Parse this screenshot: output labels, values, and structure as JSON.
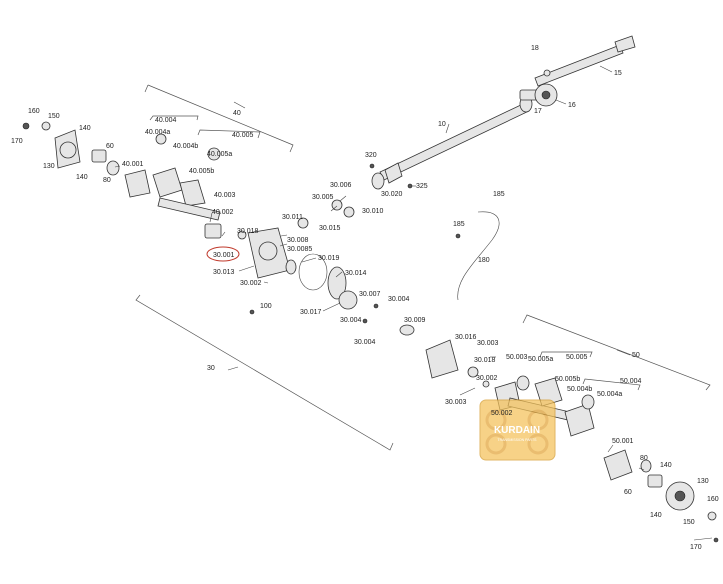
{
  "highlighted_part": "30.001",
  "watermark": {
    "brand": "KURDAIN",
    "tagline": "TRANSMISSION PARTS"
  },
  "labels": {
    "l15": "15",
    "l16": "16",
    "l17": "17",
    "l18": "18",
    "l10": "10",
    "l320": "320",
    "l325": "325",
    "l30006": "30.006",
    "l30020": "30.020",
    "l30005": "30.005",
    "l30010": "30.010",
    "l30015": "30.015",
    "l30011": "30.011",
    "l30018a": "30.018",
    "l30008": "30.008",
    "l300085": "30.0085",
    "l30019": "30.019",
    "l30013": "30.013",
    "l30014": "30.014",
    "l30002": "30.002",
    "l100": "100",
    "l30017": "30.017",
    "l30007": "30.007",
    "l30004a": "30.004",
    "l30004b": "30.004",
    "l30004c": "30.004",
    "l30009": "30.009",
    "l30": "30",
    "l40": "40",
    "l40004": "40.004",
    "l40004a": "40.004a",
    "l40004b": "40.004b",
    "l40005": "40.005",
    "l40005a": "40.005a",
    "l40005b": "40.005b",
    "l40001": "40.001",
    "l40003": "40.003",
    "l40002": "40.002",
    "l160a": "160",
    "l150a": "150",
    "l170a": "170",
    "l140a": "140",
    "l140b": "140",
    "l60a": "60",
    "l130a": "130",
    "l80a": "80",
    "l185a": "185",
    "l185b": "185",
    "l180": "180",
    "l30016": "30.016",
    "l30003a": "30.003",
    "l30003b": "30.003",
    "l30018b": "30.018",
    "l30002b": "30.002",
    "l50003": "50.003",
    "l50005a": "50.005a",
    "l50005": "50.005",
    "l50": "50",
    "l50005b": "50.005b",
    "l50004b": "50.004b",
    "l50004": "50.004",
    "l50004a": "50.004a",
    "l50002": "50.002",
    "l50001": "50.001",
    "l80b": "80",
    "l60b": "60",
    "l140c": "140",
    "l140d": "140",
    "l130b": "130",
    "l160b": "160",
    "l150b": "150",
    "l170b": "170"
  }
}
